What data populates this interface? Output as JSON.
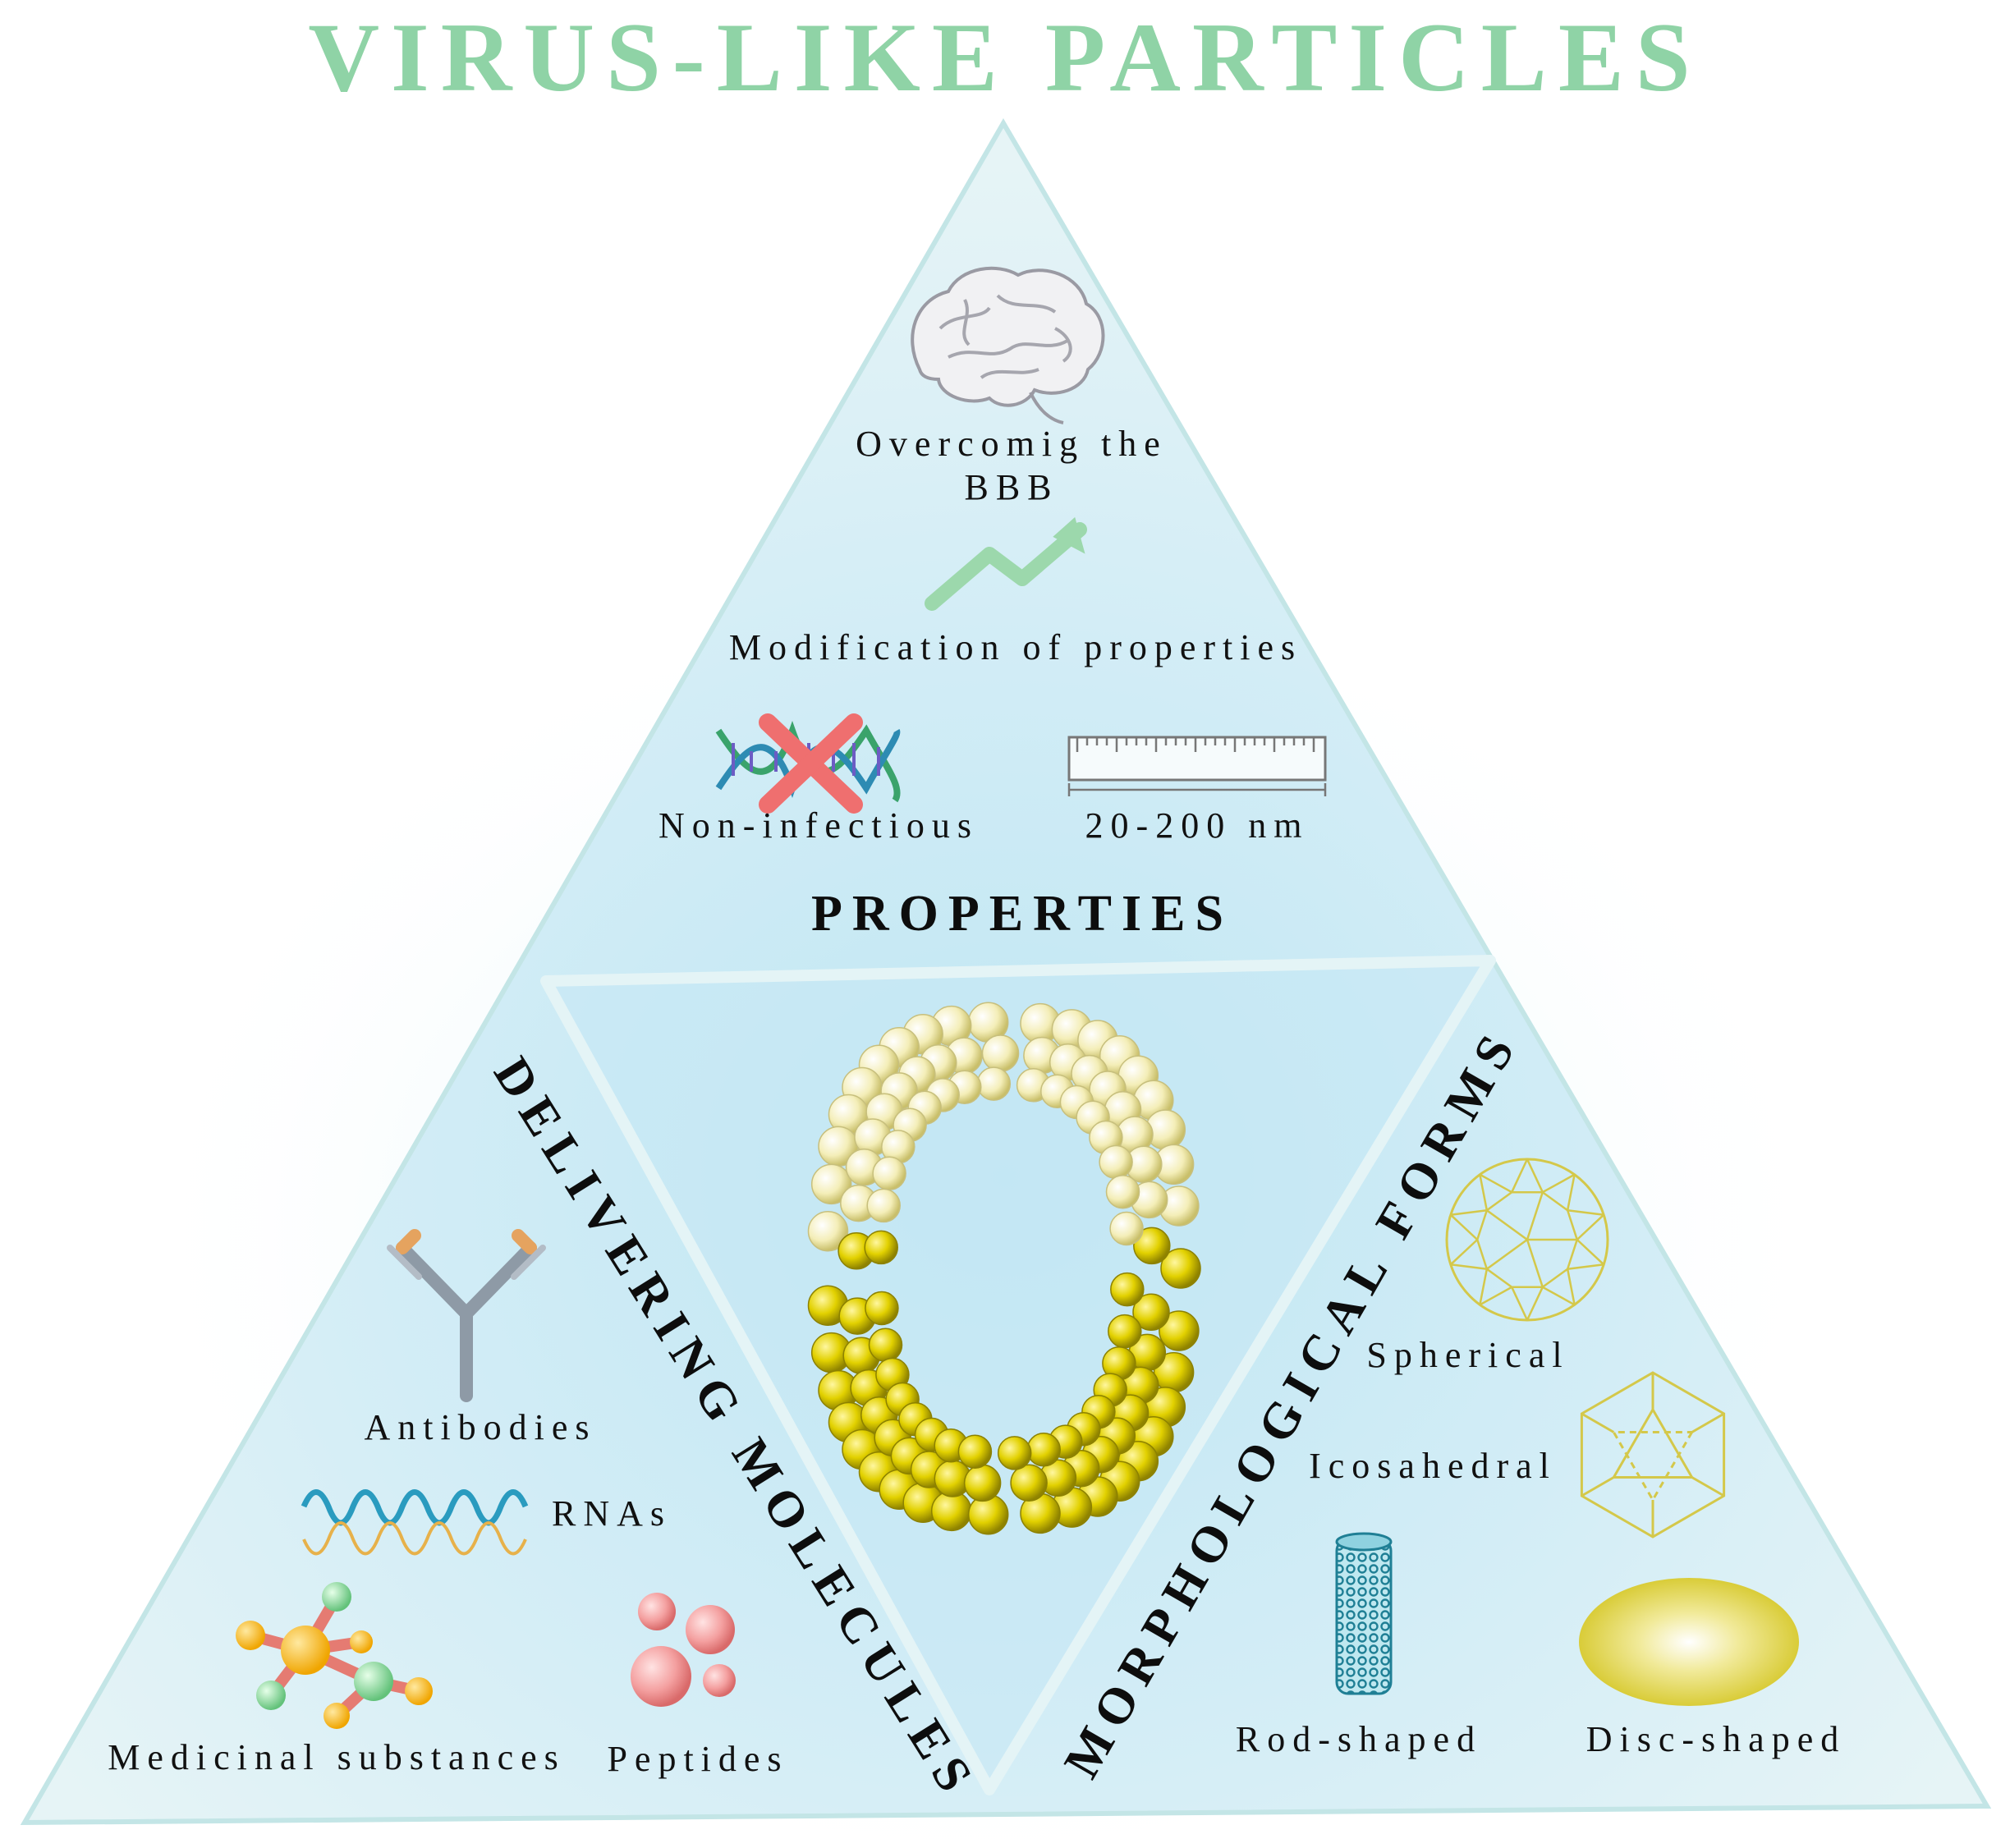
{
  "title": "VIRUS-LIKE PARTICLES",
  "colors": {
    "title": "#8fd3a6",
    "triangle_fill": "#d6eef5",
    "triangle_edge": "#bfe3e8",
    "arrow": "#9cd8ac",
    "capsid_light": "#f8f2c2",
    "capsid_dark": "#d6c400",
    "wireframe": "#d4c84a",
    "disc": "#e0d44a",
    "rod": "#2a8ea5",
    "cross": "#ef6f6f",
    "peptide": "#f39a9a"
  },
  "sections": {
    "properties": {
      "heading": "PROPERTIES",
      "items": {
        "bbb": "Overcomig the BBB",
        "modification": "Modification of properties",
        "non_infectious": "Non-infectious",
        "size": "20-200 nm"
      }
    },
    "delivering": {
      "heading": "DELIVERING MOLECULES",
      "items": {
        "antibodies": "Antibodies",
        "rnas": "RNAs",
        "medicinal": "Medicinal substances",
        "peptides": "Peptides"
      }
    },
    "morphological": {
      "heading": "MORPHOLOGICAL FORMS",
      "items": {
        "spherical": "Spherical",
        "icosahedral": "Icosahedral",
        "rod": "Rod-shaped",
        "disc": "Disc-shaped"
      }
    }
  }
}
